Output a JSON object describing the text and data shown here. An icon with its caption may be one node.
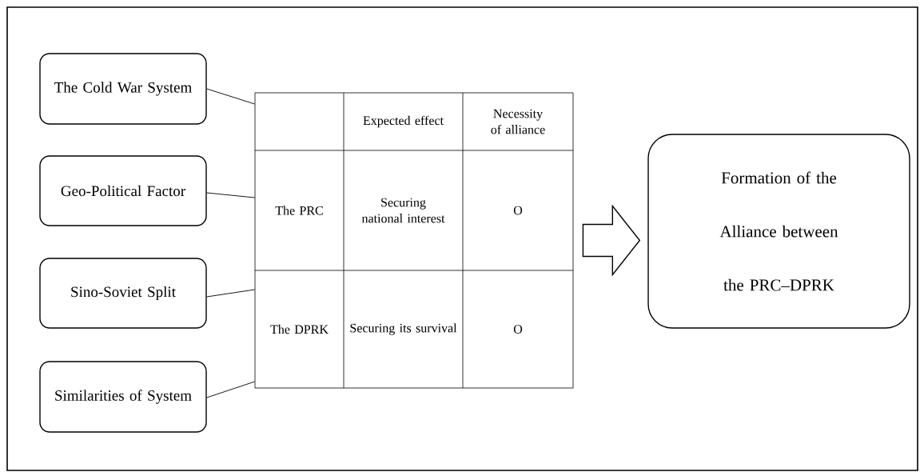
{
  "diagram": {
    "nodes": [
      {
        "text": [
          "The Cold War System"
        ]
      },
      {
        "text": [
          "Geo-Political Factor"
        ]
      },
      {
        "text": [
          "Sino-Soviet Split"
        ]
      },
      {
        "text": [
          "Similarities of System"
        ]
      },
      {
        "text": [
          "Expected effect",
          "Necessity of alliance",
          "The PRC",
          "Securing national interest",
          "O",
          "The DPRK",
          "Securing its survival",
          "O"
        ]
      },
      {
        "text": [
          "Formation of the Alliance between the PRC–DPRK"
        ]
      }
    ],
    "edges": [
      {
        "from": 0,
        "to": 4,
        "arrow": "none"
      },
      {
        "from": 1,
        "to": 4,
        "arrow": "none"
      },
      {
        "from": 2,
        "to": 4,
        "arrow": "none"
      },
      {
        "from": 3,
        "to": 4,
        "arrow": "none"
      },
      {
        "from": 4,
        "to": 5,
        "arrow": "to",
        "style": "thick"
      }
    ]
  }
}
